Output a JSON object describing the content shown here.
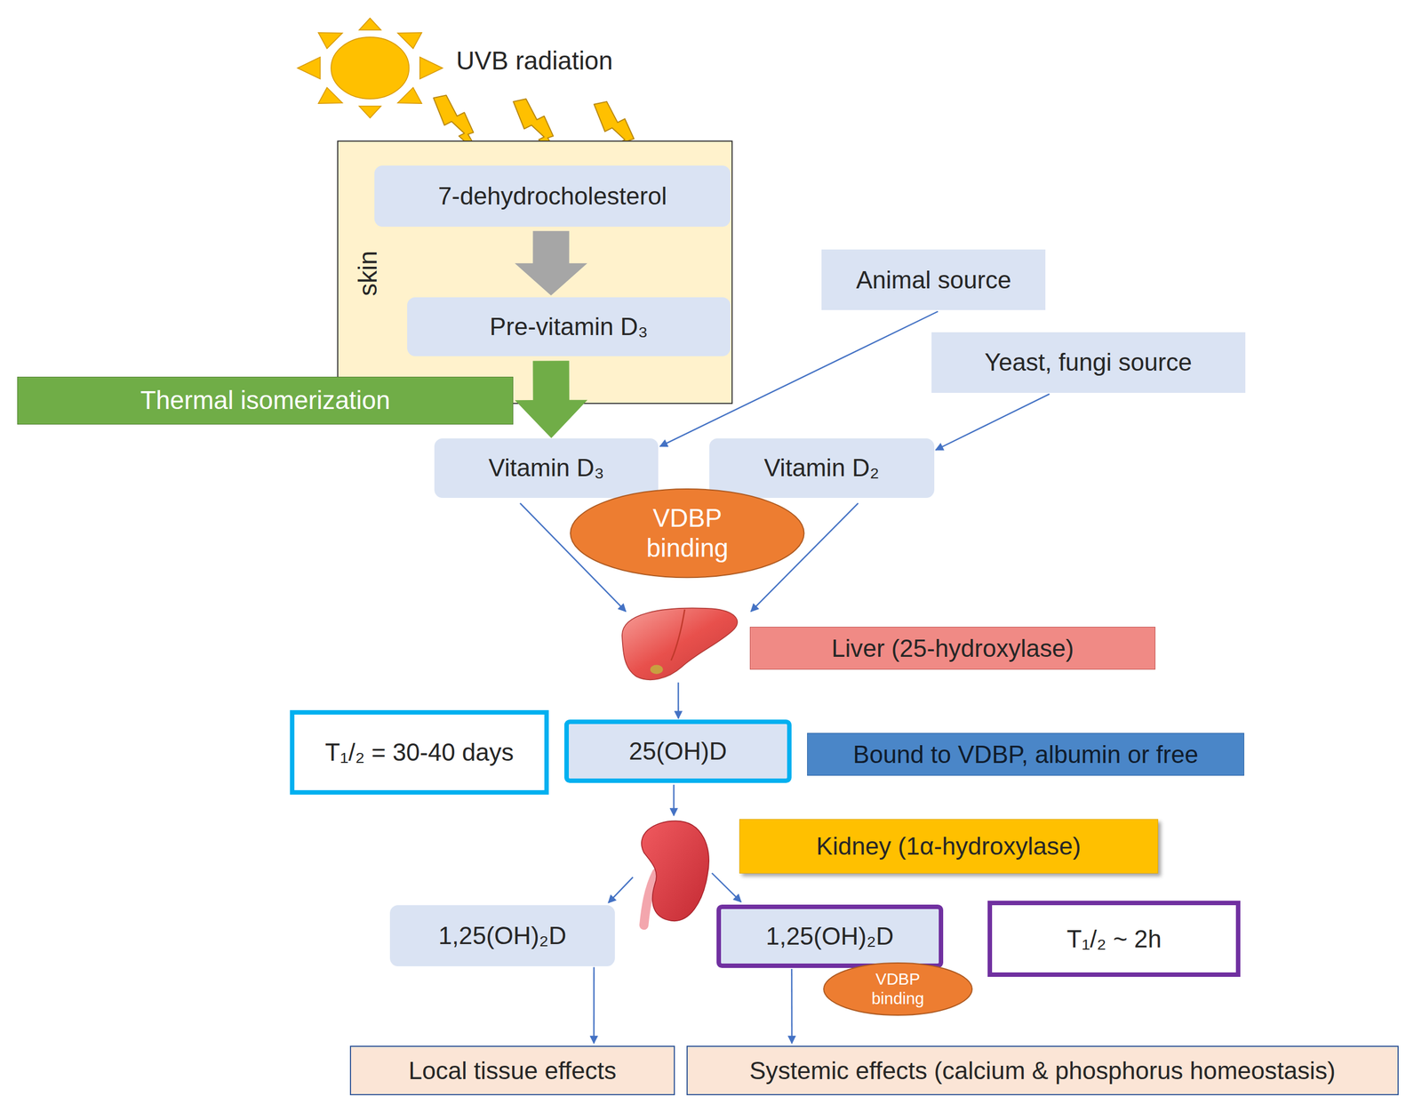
{
  "diagram": {
    "nodes": [
      {
        "text": [
          "skin"
        ]
      },
      {
        "text": [
          "7-dehydrocholesterol"
        ],
        "in": 0
      },
      {
        "text": [
          "Pre-vitamin D₃"
        ],
        "in": 0
      },
      {
        "text": [
          "Animal source"
        ]
      },
      {
        "text": [
          "Thermal isomerization"
        ]
      },
      {
        "text": [
          "Yeast, fungi source"
        ]
      },
      {
        "text": [
          "Vitamin D₃"
        ]
      },
      {
        "text": [
          "Vitamin D₂"
        ]
      },
      {
        "text": [
          "VDBP binding"
        ]
      },
      {
        "text": [
          "Liver (25-hydroxylase)"
        ]
      },
      {
        "text": [
          "T₁/₂ = 30-40 days"
        ]
      },
      {
        "text": [
          "25(OH)D"
        ]
      },
      {
        "text": [
          "Bound to VDBP, albumin or free"
        ]
      },
      {
        "text": [
          "Kidney (1α-hydroxylase)"
        ]
      },
      {
        "text": [
          "1,25(OH)₂D"
        ]
      },
      {
        "text": [
          "1,25(OH)₂D"
        ]
      },
      {
        "text": [
          "VDBP binding"
        ]
      },
      {
        "text": [
          "T₁/₂ ~ 2h"
        ]
      },
      {
        "text": [
          "Local tissue effects"
        ]
      },
      {
        "text": [
          "Systemic effects (calcium & phosphorus homeostasis)"
        ]
      }
    ],
    "edges": [
      {
        "from": 1,
        "to": 2,
        "arrow": "to"
      },
      {
        "from": 2,
        "to": 6,
        "arrow": "to"
      },
      {
        "from": 3,
        "to": 6,
        "arrow": "to"
      },
      {
        "from": 5,
        "to": 7,
        "arrow": "to"
      },
      {
        "from": 6,
        "to": 9,
        "arrow": "to"
      },
      {
        "from": 7,
        "to": 9,
        "arrow": "to"
      },
      {
        "from": 9,
        "to": 11,
        "arrow": "to"
      },
      {
        "from": 11,
        "to": 13,
        "arrow": "to"
      },
      {
        "from": 13,
        "to": 14,
        "arrow": "to"
      },
      {
        "from": 13,
        "to": 15,
        "arrow": "to"
      },
      {
        "from": 14,
        "to": 18,
        "arrow": "to"
      },
      {
        "from": 15,
        "to": 19,
        "arrow": "to"
      }
    ],
    "labels": [
      "UVB radiation"
    ]
  }
}
